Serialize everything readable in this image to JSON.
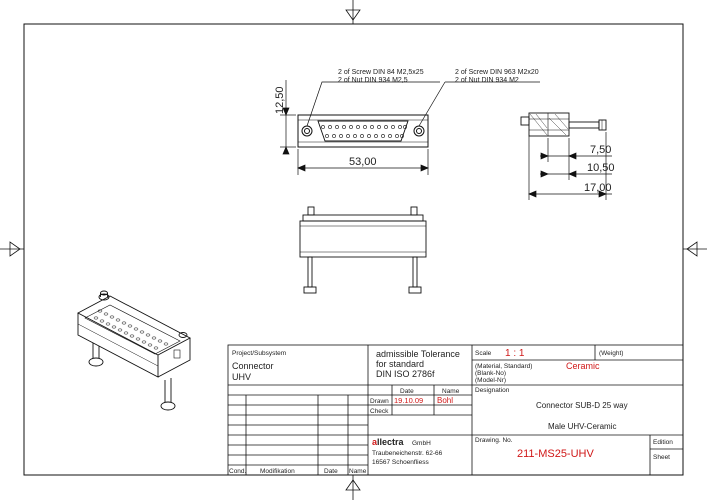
{
  "notes": {
    "left_line1": "2 of Screw DIN 84 M2,5x25",
    "left_line2": "2 of Nut DIN 934 M2,5",
    "right_line1": "2 of Screw DIN 963 M2x20",
    "right_line2": "2 of Nut DIN 934 M2"
  },
  "dimensions": {
    "height": "12,50",
    "width": "53,00",
    "d1": "7,50",
    "d2": "10,50",
    "d3": "17,00"
  },
  "title_block": {
    "project_label": "Project/Subsystem",
    "project_line1": "Connector",
    "project_line2": "UHV",
    "tolerance_line1": "admissible Tolerance",
    "tolerance_line2": "for standard",
    "tolerance_line3": "DIN ISO 2786f",
    "date_header": "Date",
    "name_header": "Name",
    "drawn_label": "Drawn",
    "drawn_date": "19.10.09",
    "drawn_name": "Bohl",
    "check_label": "Check",
    "company_name_a": "a",
    "company_name_b": "llectra",
    "company_suffix": "GmbH",
    "company_street": "Traubeneichenstr. 62-66",
    "company_city": "16567 Schoenfliess",
    "cond_label": "Cond.",
    "modification_label": "Modifikation",
    "date_label_bottom": "Date",
    "name_label_bottom": "Name",
    "scale_label": "Scale",
    "scale_value": "1 : 1",
    "weight_label": "(Weight)",
    "material_label": "(Material, Standard)",
    "material_value": "Ceramic",
    "blank_label": "(Blank-No)",
    "model_label": "(Model-Nr)",
    "designation_label": "Designation",
    "designation_line1": "Connector SUB-D 25 way",
    "designation_line2": "Male UHV-Ceramic",
    "drawing_no_label": "Drawing. No.",
    "drawing_no_value": "211-MS25-UHV",
    "edition_label": "Edition",
    "sheet_label": "Sheet"
  }
}
